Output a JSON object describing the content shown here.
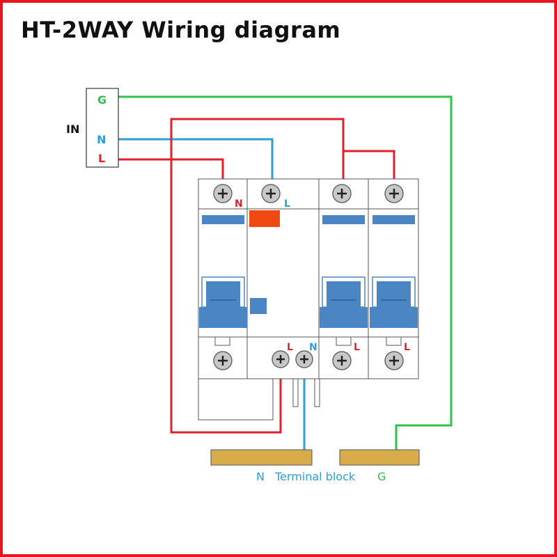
{
  "title": "HT-2WAY Wiring diagram",
  "input": {
    "label": "IN",
    "terminals": [
      "G",
      "N",
      "L"
    ]
  },
  "breaker": {
    "top_labels": {
      "n": "N",
      "l": "L"
    },
    "bottom_labels": {
      "l1": "L",
      "n1": "N",
      "l2": "L",
      "l3": "L"
    }
  },
  "terminal_block": {
    "n_label": "N",
    "caption": "Terminal block",
    "g_label": "G"
  },
  "colors": {
    "live": "#e0202a",
    "neutral": "#2c9fd9",
    "ground": "#2fc24a",
    "frame": "#e8141e",
    "breaker_blue": "#4a86c4",
    "indicator_orange": "#f04a14",
    "busbar": "#d8ac4a"
  }
}
